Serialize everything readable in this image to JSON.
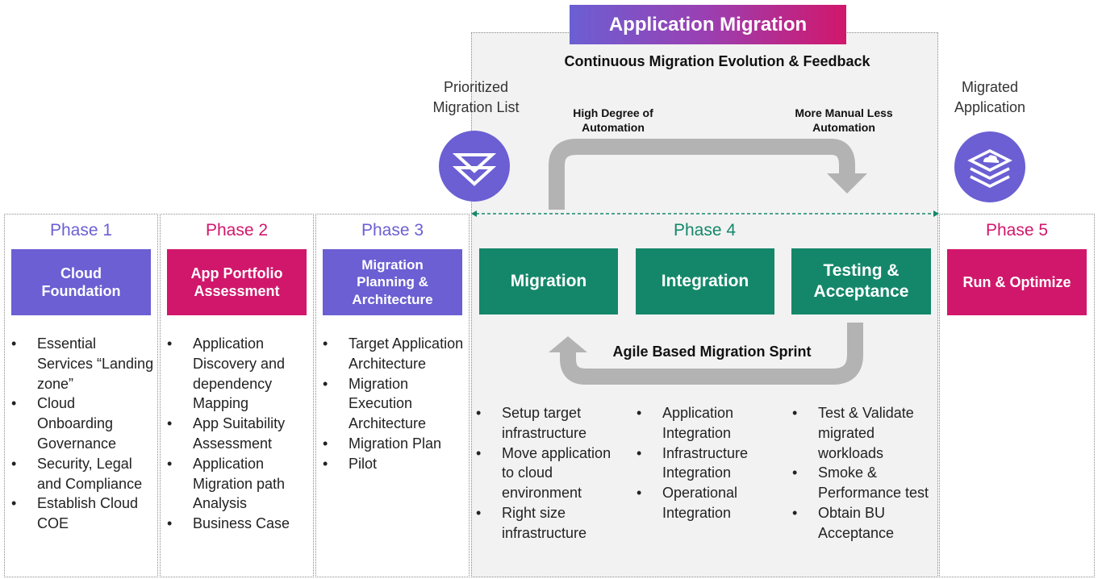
{
  "banner": "Application Migration",
  "feedback_title": "Continuous Migration Evolution & Feedback",
  "high_automation": "High Degree of Automation",
  "manual_automation": "More Manual Less Automation",
  "sprint_label": "Agile Based Migration Sprint",
  "prioritized_list": "Prioritized Migration List",
  "migrated_app": "Migrated Application",
  "icons": {
    "prioritized": "double-chevron-down-icon",
    "migrated": "cloud-layers-icon"
  },
  "colors": {
    "purple": "#6b5fd3",
    "magenta": "#d1176b",
    "green": "#14876a"
  },
  "phases": [
    {
      "title": "Phase 1",
      "block": "Cloud Foundation",
      "items": [
        "Essential Services “Landing zone”",
        "Cloud Onboarding Governance",
        "Security, Legal and Compliance",
        "Establish Cloud COE"
      ]
    },
    {
      "title": "Phase 2",
      "block": "App Portfolio Assessment",
      "items": [
        "Application Discovery and dependency Mapping",
        "App Suitability Assessment",
        "Application Migration path Analysis",
        "Business Case"
      ]
    },
    {
      "title": "Phase 3",
      "block": "Migration Planning & Architecture",
      "items": [
        "Target Application Architecture",
        "Migration Execution Architecture",
        "Migration Plan",
        "Pilot"
      ]
    },
    {
      "title": "Phase 4",
      "blocks": [
        {
          "label": "Migration",
          "items": [
            "Setup target infrastructure",
            "Move application to cloud environment",
            "Right size infrastructure"
          ]
        },
        {
          "label": "Integration",
          "items": [
            "Application Integration",
            "Infrastructure Integration",
            "Operational Integration"
          ]
        },
        {
          "label": "Testing & Acceptance",
          "items": [
            "Test & Validate migrated workloads",
            "Smoke & Performance test",
            "Obtain BU Acceptance"
          ]
        }
      ]
    },
    {
      "title": "Phase 5",
      "block": "Run & Optimize"
    }
  ]
}
